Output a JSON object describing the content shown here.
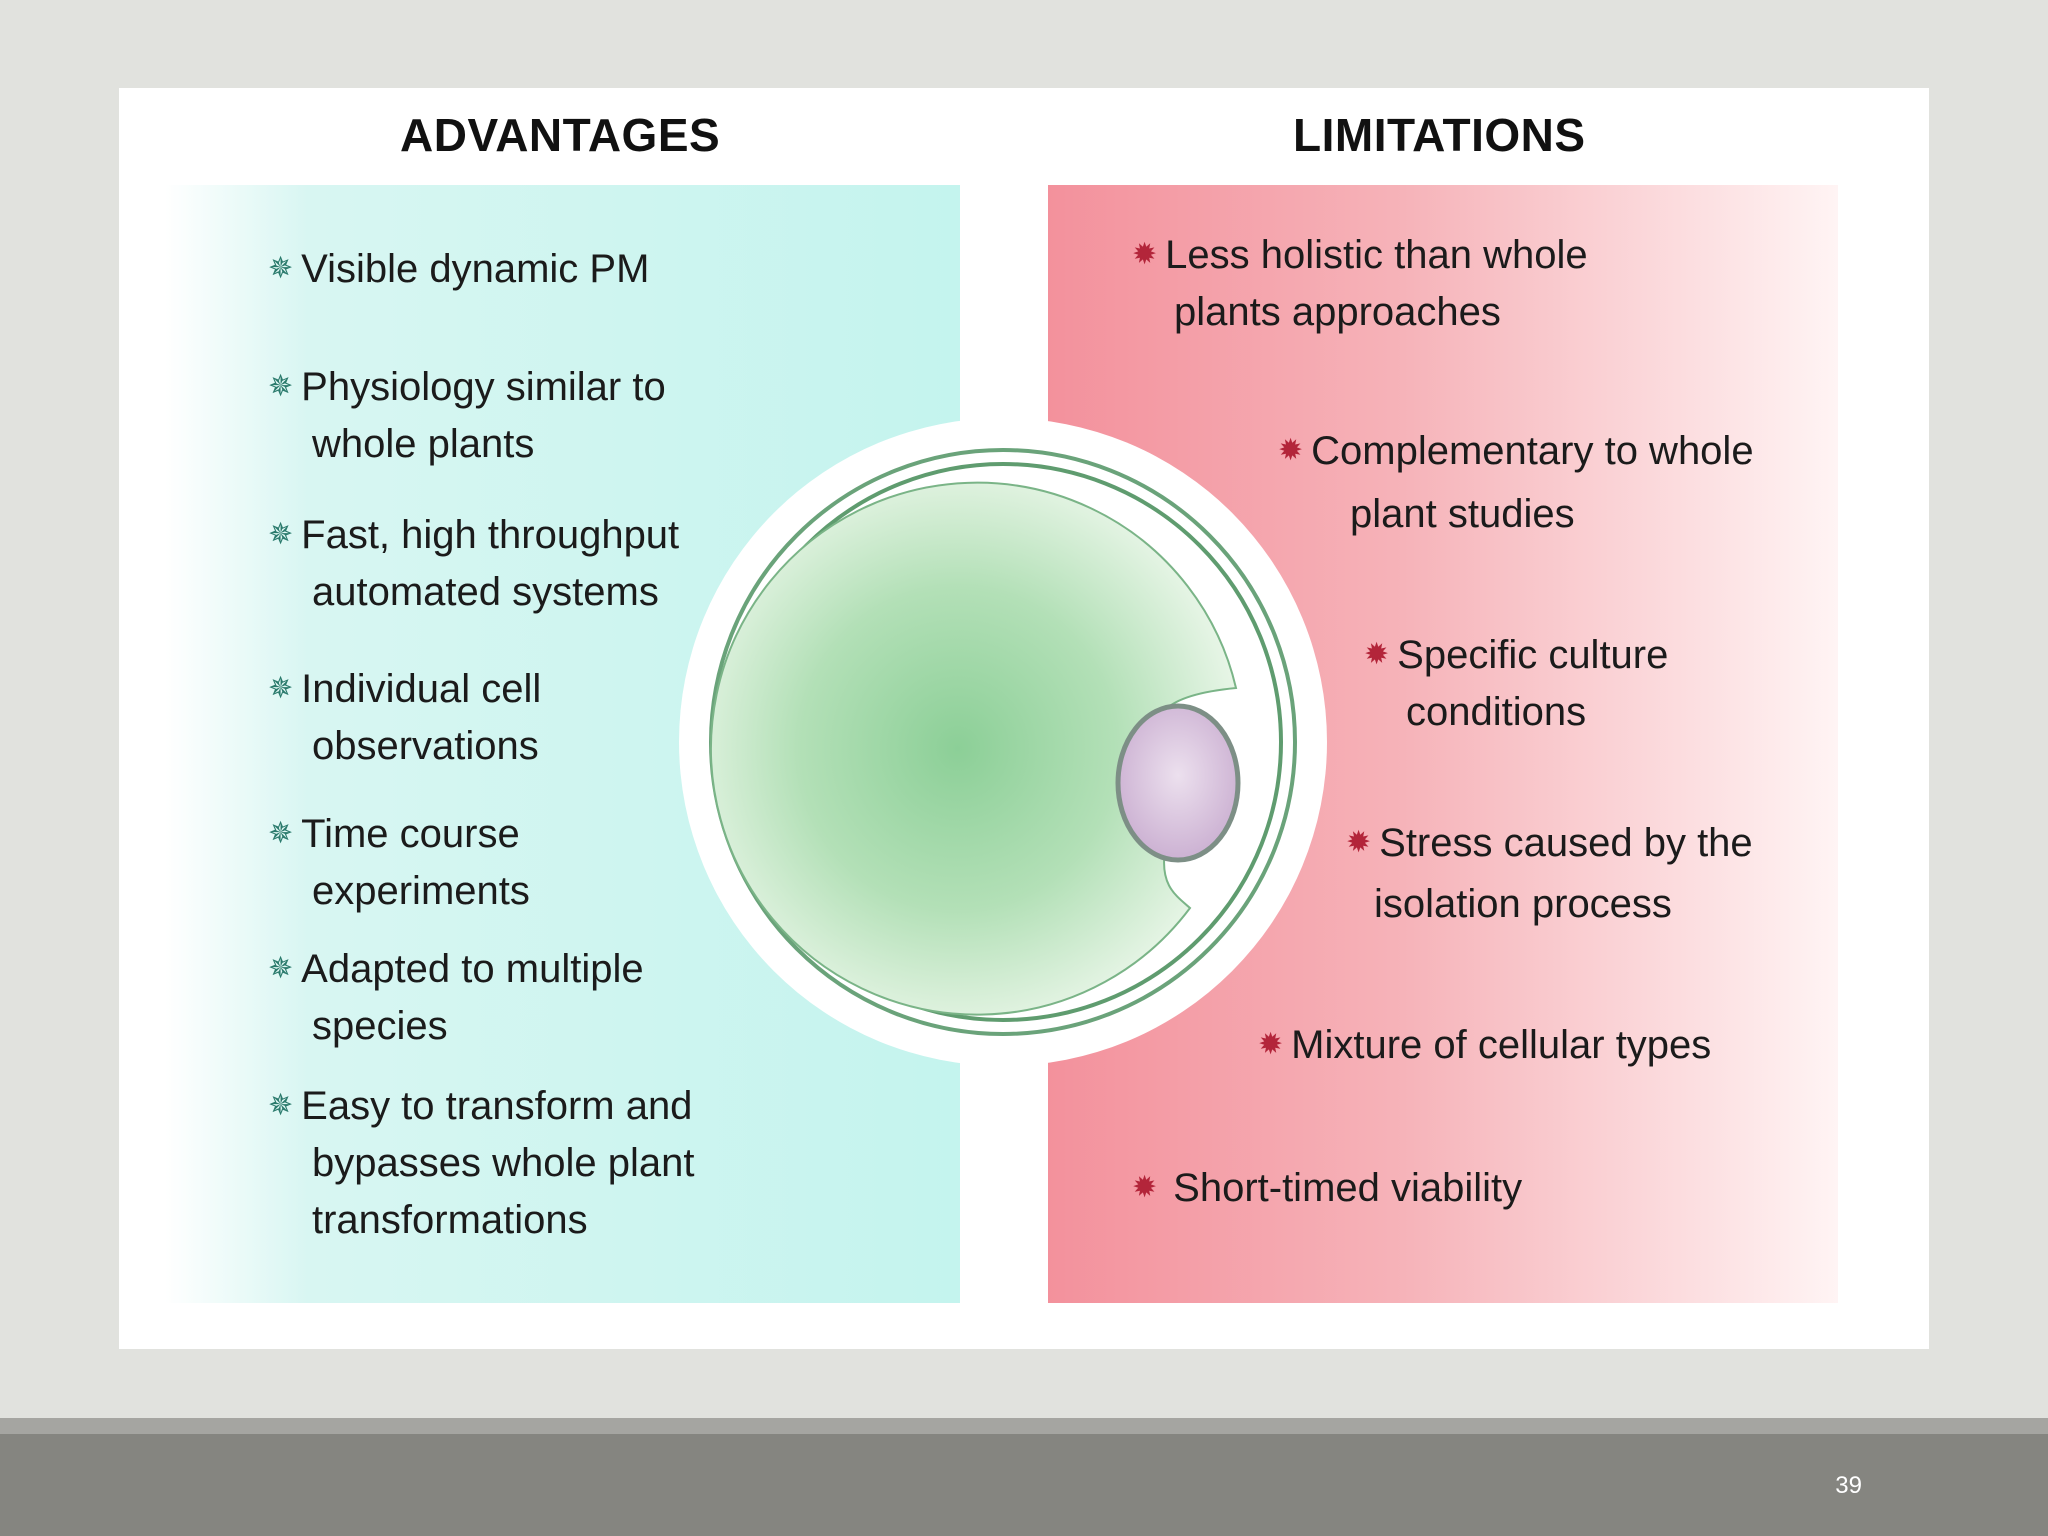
{
  "advantages": {
    "title": "ADVANTAGES",
    "items": [
      {
        "lines": [
          "Visible dynamic PM"
        ]
      },
      {
        "lines": [
          "Physiology similar to",
          "whole plants"
        ]
      },
      {
        "lines": [
          "Fast, high throughput",
          "automated systems"
        ]
      },
      {
        "lines": [
          "Individual cell",
          "observations"
        ]
      },
      {
        "lines": [
          "Time course",
          "experiments"
        ]
      },
      {
        "lines": [
          "Adapted to multiple",
          "species"
        ]
      },
      {
        "lines": [
          "Easy to transform and",
          "bypasses whole plant",
          "transformations"
        ]
      }
    ]
  },
  "limitations": {
    "title": "LIMITATIONS",
    "items": [
      {
        "lines": [
          "Less holistic than whole",
          "plants approaches"
        ]
      },
      {
        "lines": [
          "Complementary to whole",
          "plant studies"
        ]
      },
      {
        "lines": [
          "Specific culture",
          "conditions"
        ]
      },
      {
        "lines": [
          "Stress caused by the",
          "isolation process"
        ]
      },
      {
        "lines": [
          "Mixture of cellular types"
        ]
      },
      {
        "lines": [
          "Short-timed viability"
        ]
      }
    ]
  },
  "bullet_icons": {
    "advantage": "teal-asterisk-icon",
    "limitation": "red-asterisk-icon"
  },
  "colors": {
    "advantages_panel": "#c8f4ee",
    "limitations_panel": "#f39aa5",
    "cell": "#8fd09a",
    "cell_wall": "#6aa37a",
    "vacuole": "#d9c4df"
  },
  "footer": {
    "page_number": "39"
  }
}
